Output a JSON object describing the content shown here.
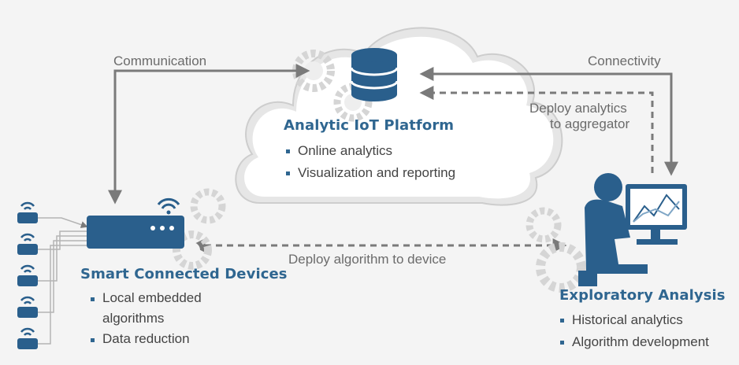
{
  "colors": {
    "accent": "#2a5f8c",
    "title": "#2f6690",
    "arrow": "#7a7a7a",
    "gear": "#d8d8d8",
    "background": "#f4f4f4"
  },
  "icons": [
    "database-icon",
    "gear-icon",
    "wifi-icon",
    "gateway-device-icon",
    "sensor-icon",
    "analyst-computer-icon",
    "line-chart-icon"
  ],
  "edges": {
    "communication": "Communication",
    "connectivity": "Connectivity",
    "deploy_aggregator": [
      "Deploy analytics",
      "to aggregator"
    ],
    "deploy_device": "Deploy algorithm to device"
  },
  "platform": {
    "title": "Analytic IoT Platform",
    "bullets": [
      "Online analytics",
      "Visualization and reporting"
    ]
  },
  "devices": {
    "title": "Smart Connected Devices",
    "bullets": [
      "Local embedded algorithms",
      "Data reduction"
    ]
  },
  "analysis": {
    "title": "Exploratory Analysis",
    "bullets": [
      "Historical analytics",
      "Algorithm development"
    ]
  }
}
